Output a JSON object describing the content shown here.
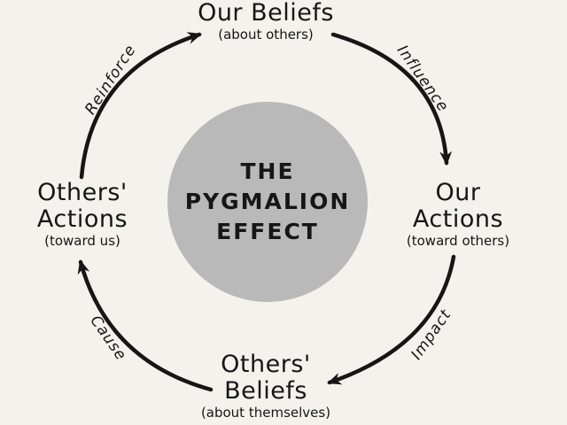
{
  "diagram": {
    "type": "cycle",
    "center_title": {
      "line1": "THE",
      "line2": "PYGMALION",
      "line3": "EFFECT"
    },
    "nodes": {
      "top": {
        "line1": "Our Beliefs",
        "sub": "(about others)"
      },
      "right": {
        "line1": "Our",
        "line2": "Actions",
        "sub": "(toward others)"
      },
      "bottom": {
        "line1": "Others'",
        "line2": "Beliefs",
        "sub": "(about themselves)"
      },
      "left": {
        "line1": "Others'",
        "line2": "Actions",
        "sub": "(toward us)"
      }
    },
    "arrows": {
      "influence": {
        "label": "Influence",
        "from": "our-beliefs",
        "to": "our-actions"
      },
      "impact": {
        "label": "Impact",
        "from": "our-actions",
        "to": "others-beliefs"
      },
      "cause": {
        "label": "Cause",
        "from": "others-beliefs",
        "to": "others-actions"
      },
      "reinforce": {
        "label": "Reinforce",
        "from": "others-actions",
        "to": "our-beliefs"
      }
    }
  },
  "colors": {
    "background": "#f4f2ec",
    "ink": "#161616",
    "circle_fill": "#b9b9b9"
  }
}
